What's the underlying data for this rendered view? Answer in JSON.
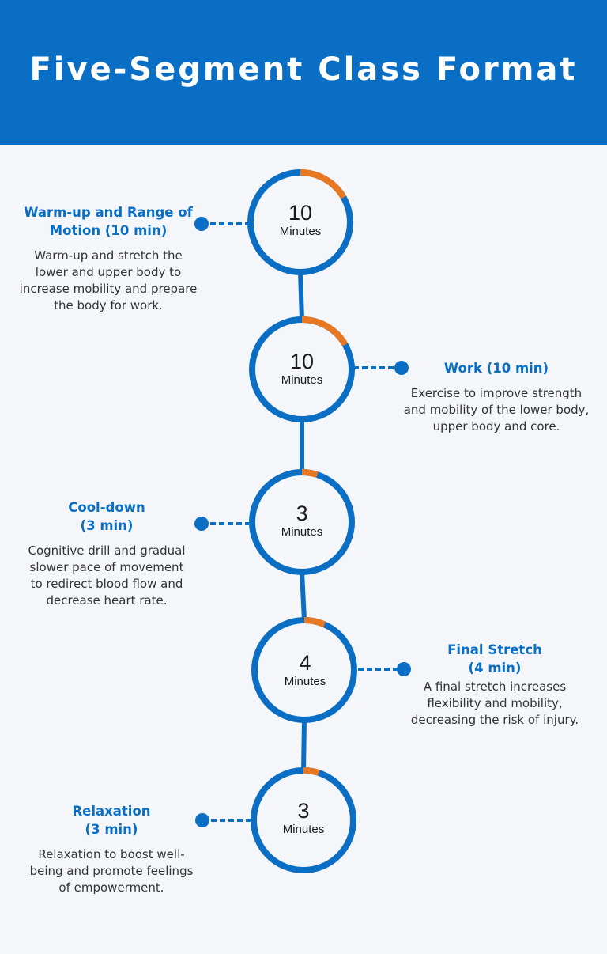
{
  "header": {
    "title": "Five-Segment Class Format"
  },
  "colors": {
    "header_bg": "#0a6fc4",
    "ring": "#0a6fc4",
    "accent": "#e87722",
    "background": "#f4f6fa"
  },
  "segments": [
    {
      "minutes": "10",
      "unit": "Minutes",
      "title": "Warm-up and Range of Motion (10 min)",
      "description": "Warm-up and stretch the lower and upper body to increase mobility and prepare the body for work.",
      "side": "left"
    },
    {
      "minutes": "10",
      "unit": "Minutes",
      "title": "Work (10 min)",
      "description": "Exercise to improve strength and mobility of the lower body, upper body and core.",
      "side": "right"
    },
    {
      "minutes": "3",
      "unit": "Minutes",
      "title": "Cool-down (3 min)",
      "description": "Cognitive drill and gradual slower pace of movement to redirect blood flow and decrease heart rate.",
      "side": "left"
    },
    {
      "minutes": "4",
      "unit": "Minutes",
      "title": "Final Stretch (4 min)",
      "description": "A final stretch increases flexibility and mobility, decreasing the risk of injury.",
      "side": "right"
    },
    {
      "minutes": "3",
      "unit": "Minutes",
      "title": "Relaxation (3 min)",
      "description": "Relaxation to boost well-being and promote feelings of empowerment.",
      "side": "left"
    }
  ]
}
